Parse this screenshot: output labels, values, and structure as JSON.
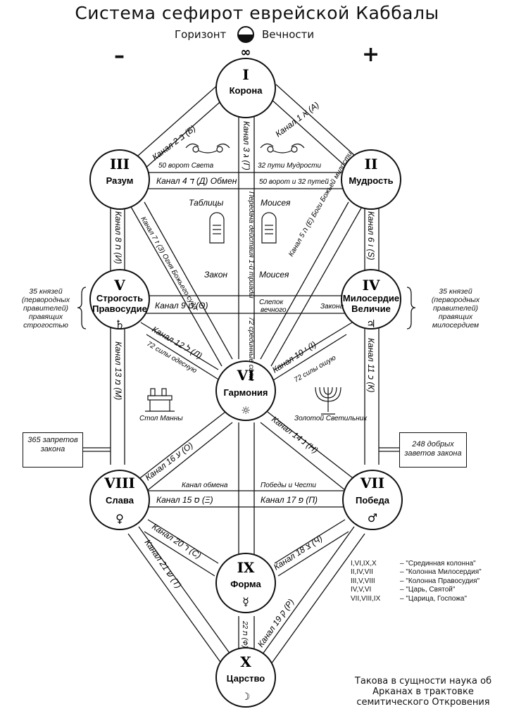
{
  "title": "Система сефирот еврейской Каббалы",
  "subtitle_left": "Горизонт",
  "subtitle_right": "Вечности",
  "minus": "–",
  "plus": "+",
  "nodes": [
    {
      "id": "I",
      "name": "Корона",
      "symbol": ""
    },
    {
      "id": "II",
      "name": "Мудрость",
      "symbol": ""
    },
    {
      "id": "III",
      "name": "Разум",
      "symbol": ""
    },
    {
      "id": "IV",
      "name": "Милосердие Величие",
      "symbol": "♃"
    },
    {
      "id": "V",
      "name": "Строгость Правосудие",
      "symbol": "♄"
    },
    {
      "id": "VI",
      "name": "Гармония",
      "symbol": "☼"
    },
    {
      "id": "VII",
      "name": "Победа",
      "symbol": "♂"
    },
    {
      "id": "VIII",
      "name": "Слава",
      "symbol": "♀"
    },
    {
      "id": "IX",
      "name": "Форма",
      "symbol": "☿"
    },
    {
      "id": "X",
      "name": "Царство",
      "symbol": "☽"
    }
  ],
  "channels": {
    "c1": "Канал 1 א (А)",
    "c2": "Канал 2 ב (Б)",
    "c3": "Канал 3 ג (Г)",
    "c4": "Канал 4 ד (Д) Обмен",
    "c5": "Канал 5 ה (Е) Боги Божьей милости",
    "c6": "Канал 6 ו (S)",
    "c7": "Канал 7 ז (З) Огня Божьего суда",
    "c8": "Канал 8 ח (И)",
    "c9": "Канал 9 ט (Θ)",
    "c10": "Канал 10 י (I)",
    "c11": "Канал 11 כ (К)",
    "c12": "Канал 12 ל (Л)",
    "c13": "Канал 13 מ (М)",
    "c14": "Канал 14 נ (Н)",
    "c15": "Канал 15 ס (Ξ)",
    "c16": "Канал 16 ע (О)",
    "c17": "Канал 17 פ (П)",
    "c18": "Канал 18 צ (Ч)",
    "c19": "Канал 19 ק (Р)",
    "c20": "Канал 20 ר (С)",
    "c21": "Канал 21 ש (Т)",
    "c22": "22 ת (Ф)"
  },
  "labels": {
    "gates_light": "50 ворот Света",
    "paths_wisdom": "32 пути Мудрости",
    "gates_paths": "50 ворот и 32 путей",
    "tables": "Таблицы",
    "moses1": "Моисея",
    "law": "Закон",
    "moses2": "Моисея",
    "transfer": "Передача действия 1-й триады",
    "middle72": "72 срединные силы",
    "blind": "Слепок вечного",
    "zakona": "Закона",
    "forces_left": "72 силы одесную",
    "forces_right": "72 силы ошую",
    "table_manna": "Стол Манны",
    "lamp": "Золотой Светильник",
    "exchange": "Канал обмена",
    "victories": "Победы и Чести"
  },
  "side_left": "35 князей (перворoдных правителей) правящих строгостью",
  "side_right": "35 князей (перворoдных правителей) правящих милосердием",
  "box_left": "365 запретов закона",
  "box_right": "248 добрых заветов закона",
  "legend": [
    {
      "k": "I,VI,IX,X",
      "v": "– \"Срединная колонна\""
    },
    {
      "k": "II,IV,VII",
      "v": "– \"Колонна Милосердия\""
    },
    {
      "k": "III,V,VIII",
      "v": "– \"Колонна Правосудия\""
    },
    {
      "k": "IV,V,VI",
      "v": "– \"Царь, Святой\""
    },
    {
      "k": "VII,VIII,IX",
      "v": "– \"Царица, Госпожа\""
    }
  ],
  "footer": "Такова в сущности наука об Арканах в трактовке семитического Откровения"
}
